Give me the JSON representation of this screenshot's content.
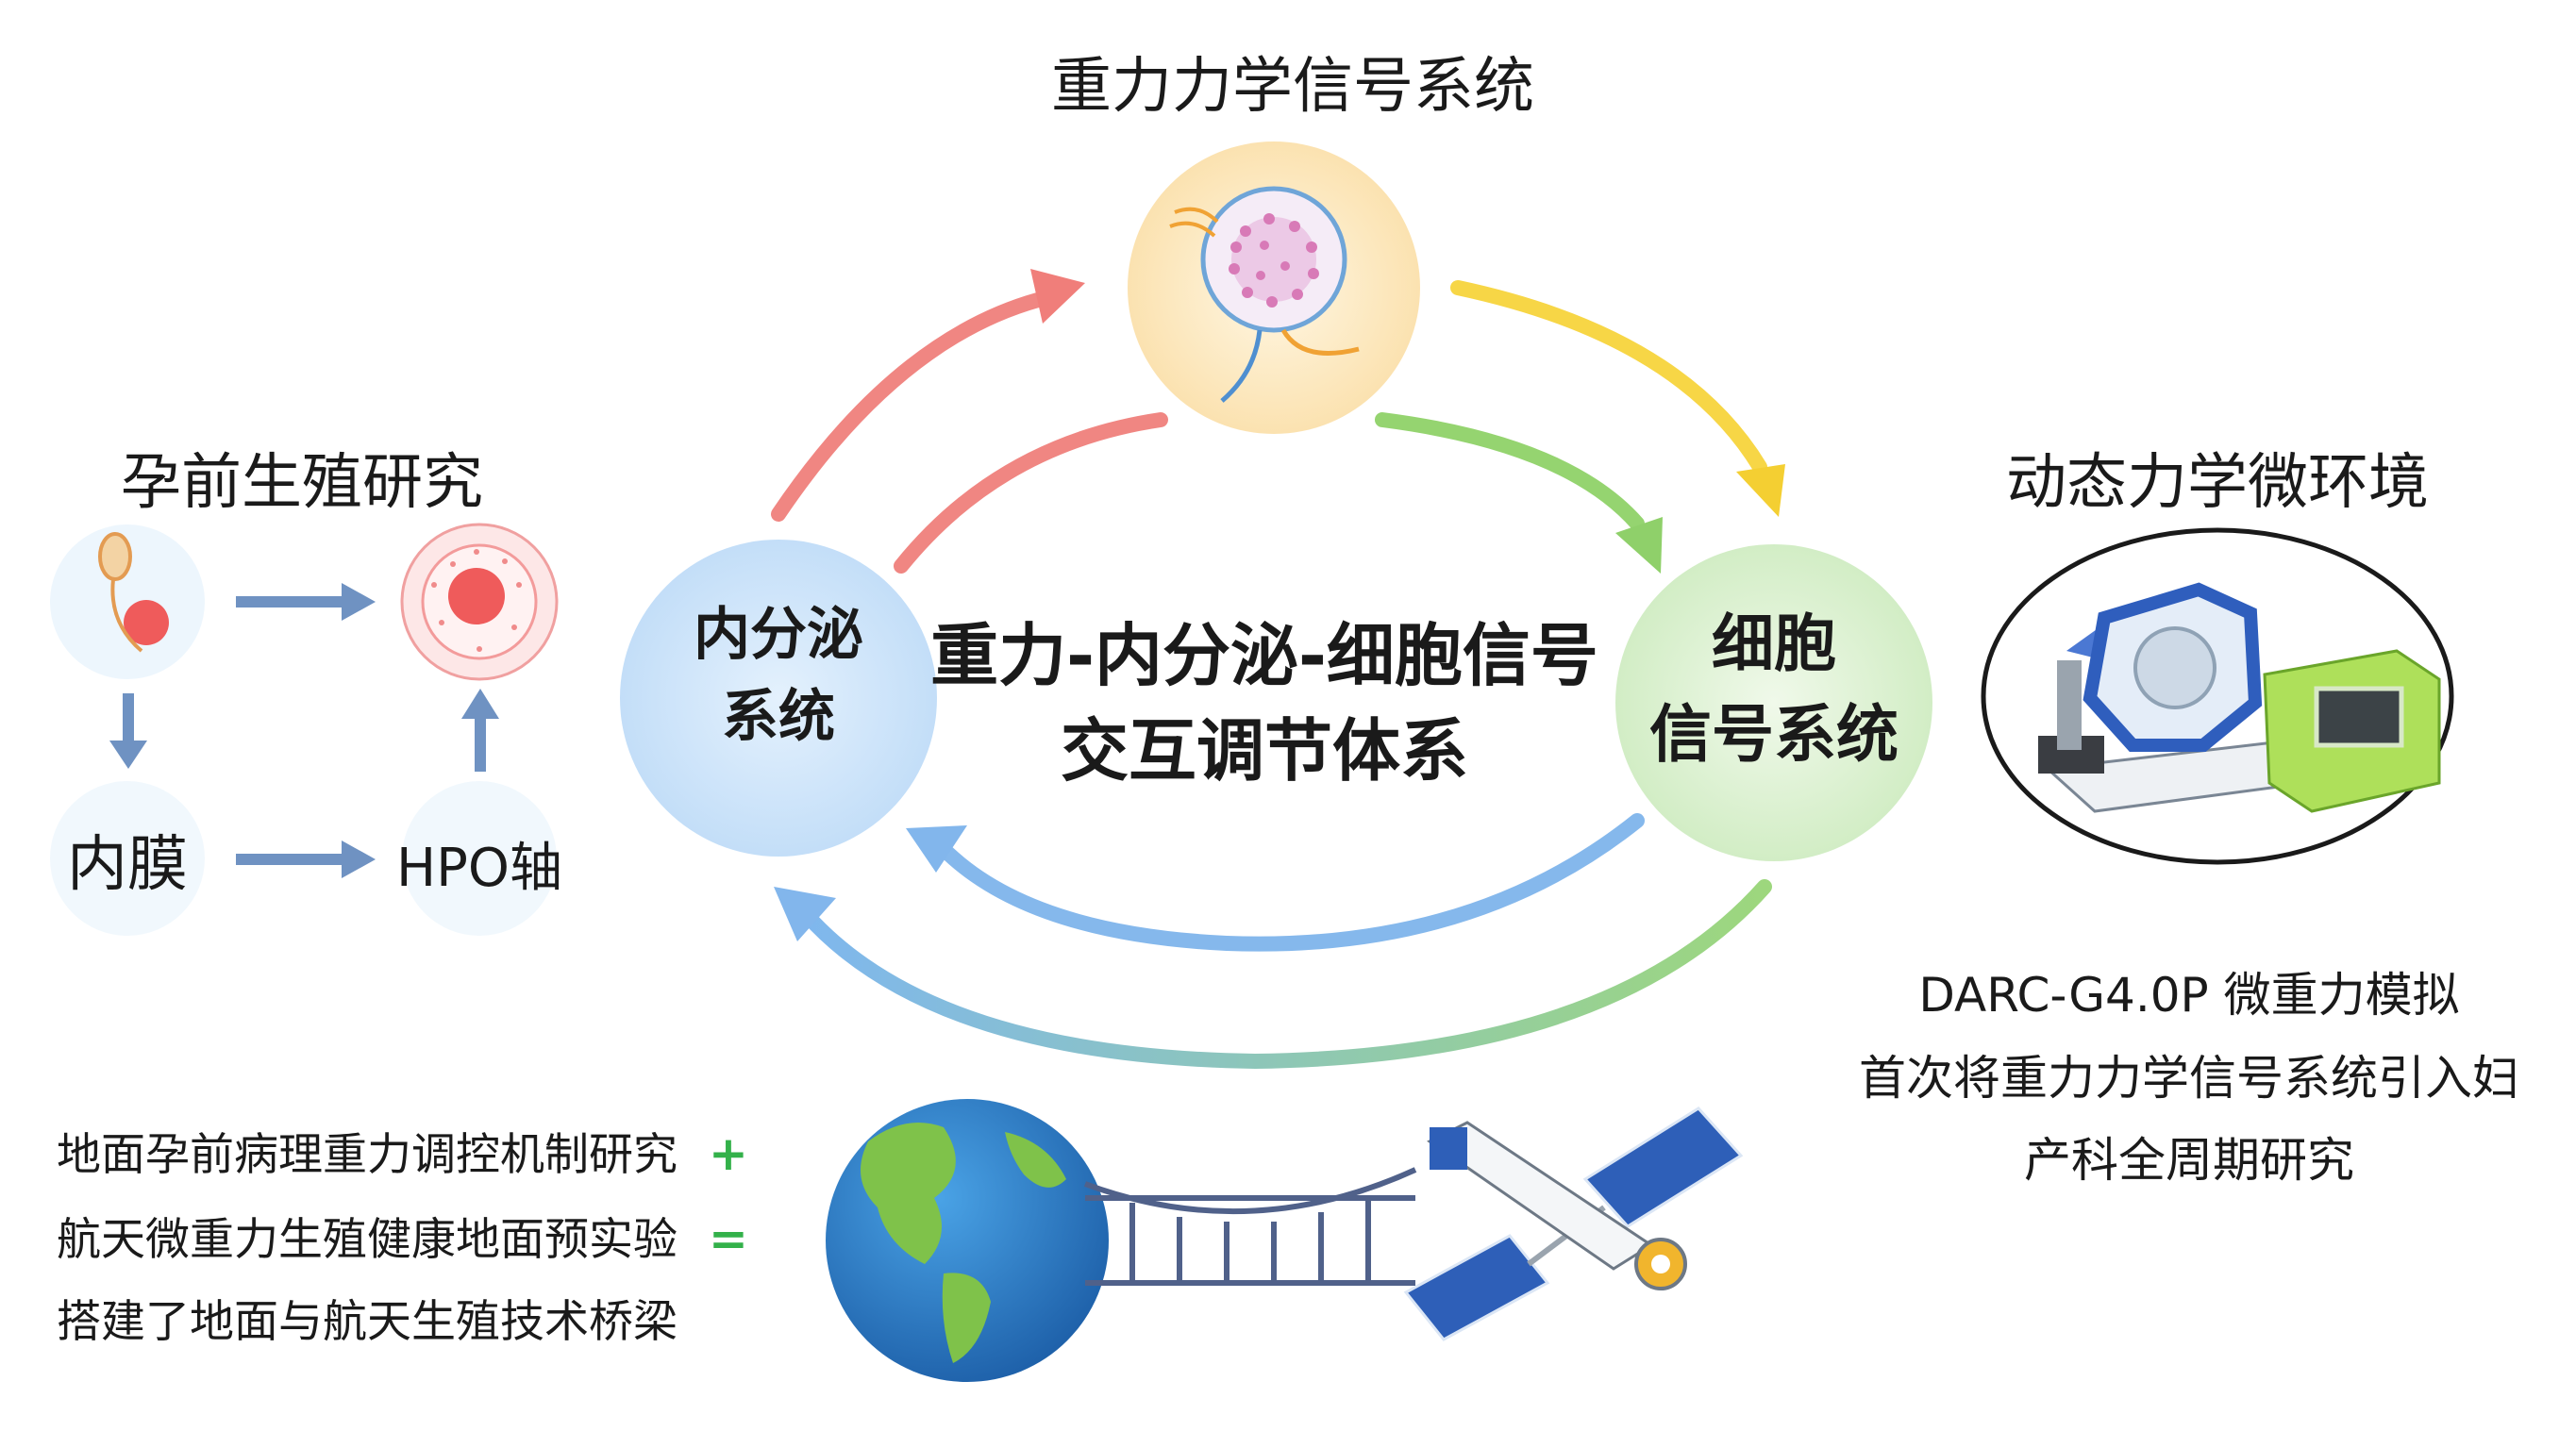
{
  "title_top": "重力力学信号系统",
  "title_left": "孕前生殖研究",
  "title_right": "动态力学微环境",
  "center": {
    "line1": "重力-内分泌-细胞信号",
    "line2": "交互调节体系"
  },
  "nodes": {
    "endocrine": {
      "line1": "内分泌",
      "line2": "系统"
    },
    "cell": {
      "line1": "细胞",
      "line2": "信号系统"
    }
  },
  "repro": {
    "endometrium": "内膜",
    "hpo": "HPO轴"
  },
  "right_desc": [
    "DARC-G4.0P 微重力模拟",
    "首次将重力力学信号系统引入妇",
    "产科全周期研究"
  ],
  "left_desc": [
    {
      "text": "地面孕前病理重力调控机制研究",
      "op": "+"
    },
    {
      "text": "航天微重力生殖健康地面预实验",
      "op": "="
    },
    {
      "text": "搭建了地面与航天生殖技术桥梁",
      "op": ""
    }
  ],
  "colors": {
    "red_arrow": "#f07e7a",
    "yellow_arrow": "#f7d646",
    "green_arrow": "#8fd06a",
    "blue_arrow": "#82b6ec",
    "endocrine_fill": "#cfe6fb",
    "cell_fill": "#dff3d5",
    "gravity_fill": "#fdeccb",
    "operator": "#33b14a"
  }
}
